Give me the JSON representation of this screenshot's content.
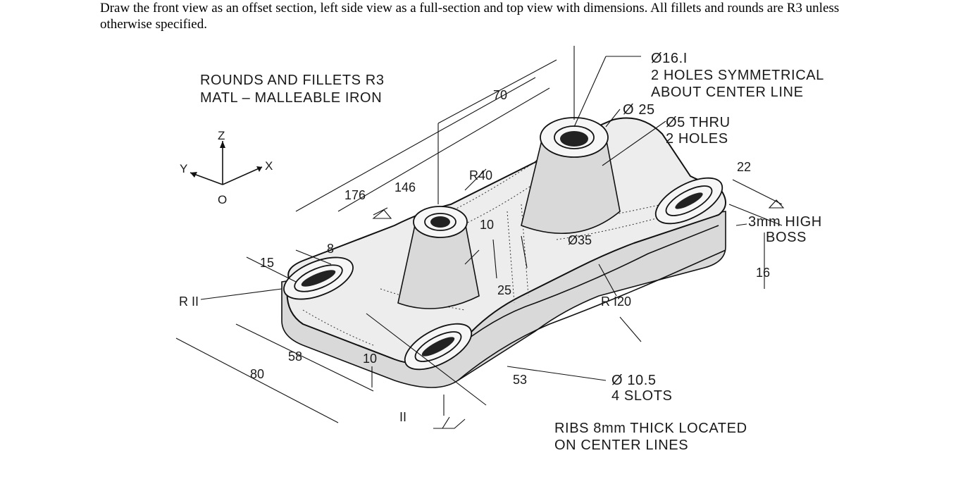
{
  "instructions": "Draw the front view as an offset section, left side view as a full-section and top view with dimensions. All fillets and rounds are R3 unless otherwise specified.",
  "notes": {
    "line1": "ROUNDS AND FILLETS R3",
    "line2": "MATL – MALLEABLE IRON",
    "holes_16": "Ø16.I",
    "holes_sym_1": "2 HOLES SYMMETRICAL",
    "holes_sym_2": "ABOUT CENTER LINE",
    "dia25": "Ø 25",
    "thru5": "Ø5 THRU",
    "holes2": "2 HOLES",
    "boss": "3mm HIGH",
    "boss2": "BOSS",
    "slots": "Ø 10.5",
    "slots2": "4 SLOTS",
    "ribs1": "RIBS 8mm THICK LOCATED",
    "ribs2": "ON CENTER LINES"
  },
  "axes": {
    "z": "Z",
    "y": "Y",
    "x": "X",
    "origin": "O"
  },
  "dimensions": {
    "d70": "70",
    "d176": "176",
    "d146": "146",
    "r40": "R40",
    "d22": "22",
    "d10a": "10",
    "d35": "Ø35",
    "d8": "8",
    "d15": "15",
    "r11": "R II",
    "d25": "25",
    "r120": "R I20",
    "d16": "16",
    "d58": "58",
    "d80": "80",
    "d10b": "10",
    "d53": "53",
    "d11": "II"
  }
}
